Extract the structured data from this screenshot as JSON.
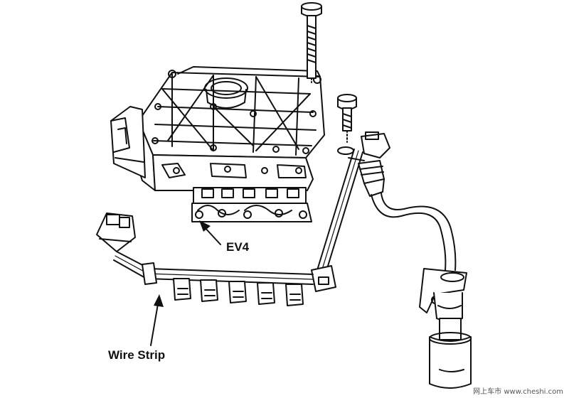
{
  "labels": {
    "ev4": "EV4",
    "wire_strip": "Wire Strip"
  },
  "watermark": "网上车市 www.cheshi.com",
  "colors": {
    "line": "#111111",
    "background": "#ffffff"
  }
}
